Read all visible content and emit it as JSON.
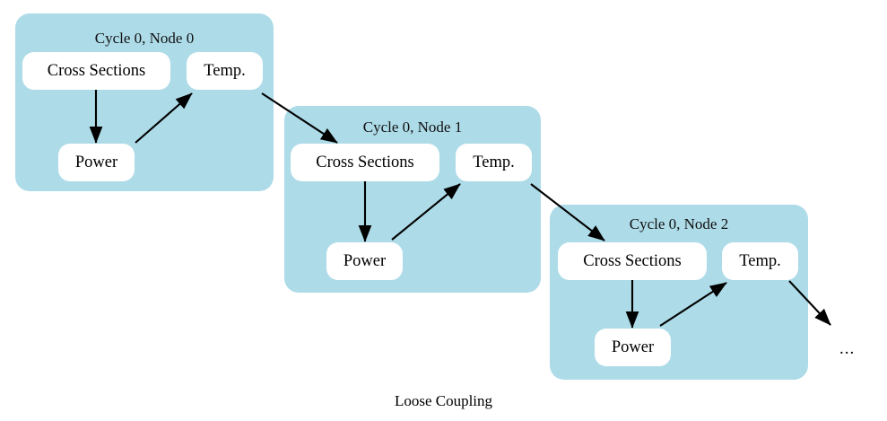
{
  "figure": {
    "caption": "Loose Coupling",
    "background_color": "#ffffff",
    "panel_color": "#addbe8",
    "node_color": "#ffffff",
    "edge_color": "#000000"
  },
  "panels": [
    {
      "title": "Cycle 0, Node 0",
      "nodes": [
        {
          "label": "Cross Sections"
        },
        {
          "label": "Temp."
        },
        {
          "label": "Power"
        }
      ]
    },
    {
      "title": "Cycle 0, Node 1",
      "nodes": [
        {
          "label": "Cross Sections"
        },
        {
          "label": "Temp."
        },
        {
          "label": "Power"
        }
      ]
    },
    {
      "title": "Cycle 0, Node 2",
      "nodes": [
        {
          "label": "Cross Sections"
        },
        {
          "label": "Temp."
        },
        {
          "label": "Power"
        }
      ]
    }
  ],
  "continuation": {
    "label": "..."
  },
  "edges": [
    {
      "from": "panel0.cross-sections",
      "to": "panel0.power"
    },
    {
      "from": "panel0.power",
      "to": "panel0.temp"
    },
    {
      "from": "panel0.temp",
      "to": "panel1.cross-sections"
    },
    {
      "from": "panel1.cross-sections",
      "to": "panel1.power"
    },
    {
      "from": "panel1.power",
      "to": "panel1.temp"
    },
    {
      "from": "panel1.temp",
      "to": "panel2.cross-sections"
    },
    {
      "from": "panel2.cross-sections",
      "to": "panel2.power"
    },
    {
      "from": "panel2.power",
      "to": "panel2.temp"
    },
    {
      "from": "panel2.temp",
      "to": "continuation"
    }
  ]
}
